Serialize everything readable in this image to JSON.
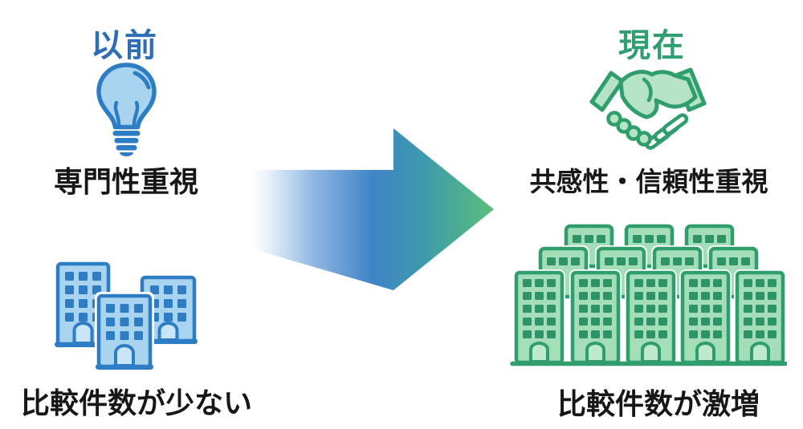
{
  "diagram": {
    "before": {
      "title": "以前",
      "point1": "専門性重視",
      "point2": "比較件数が少ない",
      "icons": [
        "lightbulb-icon",
        "buildings-few-icon"
      ]
    },
    "after": {
      "title": "現在",
      "point1": "共感性・信頼性重視",
      "point2": "比較件数が激増",
      "icons": [
        "handshake-icon",
        "buildings-many-icon"
      ]
    },
    "arrow": {
      "direction": "right",
      "gradient_from": "#fefefe",
      "gradient_mid_blue": "#3f84c6",
      "gradient_to_green": "#57bb7e"
    },
    "colors": {
      "before_accent": "#2d6db5",
      "after_accent": "#2f9e71",
      "before_icon_stroke": "#2e7cc3",
      "before_icon_fill": "#a9d4f0",
      "before_window": "#2e7cc3",
      "after_icon_stroke": "#2f9e6c",
      "after_icon_fill": "#a3deb8",
      "after_window": "#2e9467",
      "text": "#171717",
      "background": "#ffffff"
    }
  }
}
